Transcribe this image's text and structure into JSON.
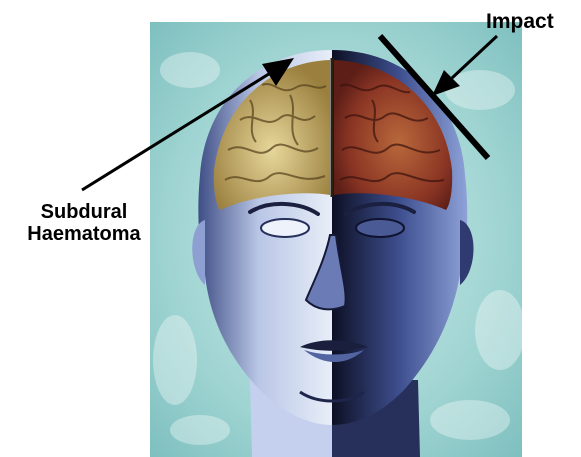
{
  "labels": {
    "impact": "Impact",
    "subdural_line1": "Subdural",
    "subdural_line2": "Haematoma"
  },
  "colors": {
    "background_teal": "#9fd4d2",
    "skin_blue": "#6f86c0",
    "brain_yellow": "#c9b063",
    "haematoma_red": "#9a3a28",
    "annotation_black": "#000000"
  }
}
